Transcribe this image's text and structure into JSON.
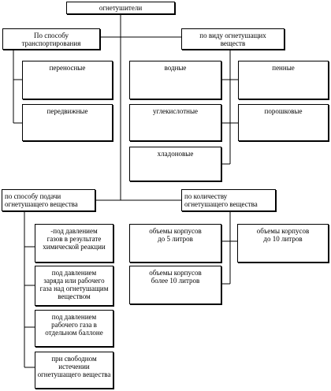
{
  "root": "огнетушители",
  "categories": {
    "transport": "По способу\nтранспортирования",
    "agent_type": "по виду огнетушащих\nвеществ",
    "supply": "по способу подачи\nогнетушащего вещества",
    "volume": "по количеству\nогнетушащего вещества"
  },
  "transport_items": [
    "переносные",
    "передвижные"
  ],
  "agent_items": [
    "водные",
    "пенные",
    "углекислотные",
    "порошковые",
    "хладоновые"
  ],
  "supply_items": [
    "-под давлением\nгазов в результате\nхимической реакции",
    "под давлением\nзаряда или рабочего\nгаза над огнетушащим\nвеществом",
    "под давлением\nрабочего газа в\nотдельном баллоне",
    "при свободном истечении\nогнетушащего вещества"
  ],
  "volume_items": [
    "объемы корпусов\nдо 5 литров",
    "объемы корпусов\nдо 10 литров",
    "объемы корпусов\nболее 10 литров"
  ]
}
